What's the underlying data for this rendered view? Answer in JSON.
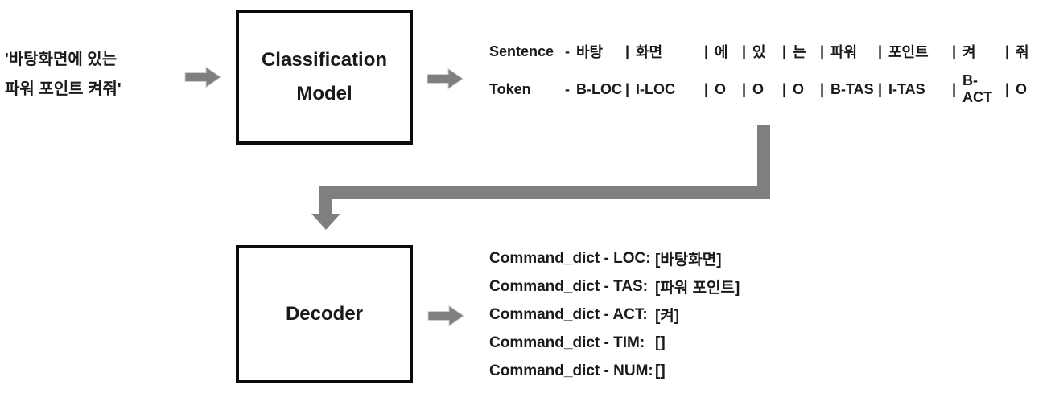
{
  "quote": {
    "line1": "'바탕화면에 있는",
    "line2": "파워 포인트 켜줘'"
  },
  "boxes": {
    "classification": {
      "line1": "Classification",
      "line2": "Model"
    },
    "decoder": {
      "label": "Decoder"
    }
  },
  "token_table": {
    "sentence_label": "Sentence",
    "token_label": "Token",
    "dash": "-",
    "separator": "|",
    "sentence_tokens": [
      "바탕",
      "화면",
      "에",
      "있",
      "는",
      "파워",
      "포인트",
      "켜",
      "줘"
    ],
    "token_tags": [
      "B-LOC",
      "I-LOC",
      "O",
      "O",
      "O",
      "B-TAS",
      "I-TAS",
      "B-ACT",
      "O"
    ]
  },
  "command_dict": {
    "entries": [
      {
        "label": "Command_dict - LOC:",
        "value": "[바탕화면]"
      },
      {
        "label": "Command_dict - TAS:",
        "value": "[파워 포인트]"
      },
      {
        "label": "Command_dict - ACT:",
        "value": "[켜]"
      },
      {
        "label": "Command_dict - TIM:",
        "value": "[]"
      },
      {
        "label": "Command_dict - NUM:",
        "value": "[]"
      }
    ]
  },
  "colors": {
    "arrow_gray": "#7f7f7f",
    "box_border": "#0a0a0a",
    "text": "#1a1a1a",
    "background": "#ffffff"
  }
}
